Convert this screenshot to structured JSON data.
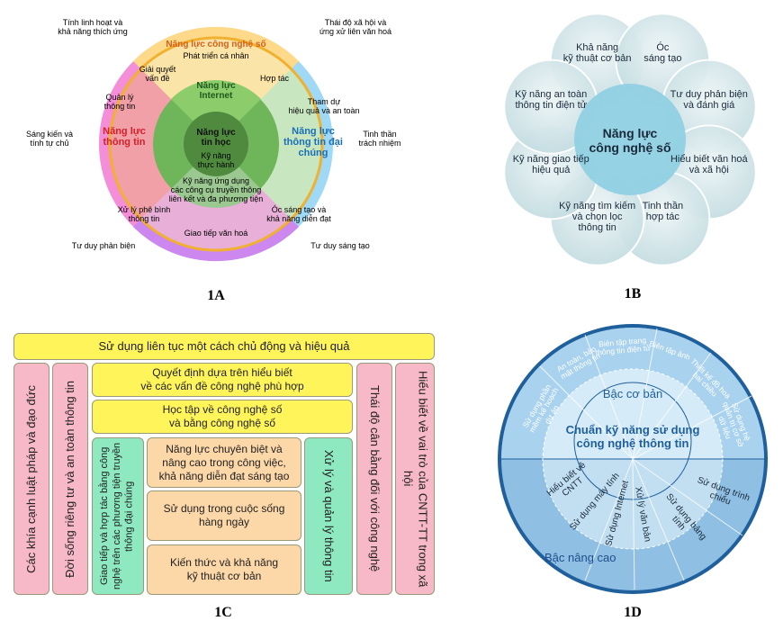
{
  "panel_a": {
    "label": "1A",
    "outer_left_top": "Tính linh hoạt và\nkhả năng thích ứng",
    "outer_right_top": "Thái độ xã hội và\nứng xử liên văn hoá",
    "outer_left_mid": "Sáng kiến và\ntính tự chủ",
    "outer_right_mid": "Tinh thần\ntrách nhiệm",
    "outer_left_bottom": "Tư duy phản biện",
    "outer_right_bottom": "Tư duy sáng tạo",
    "ring_title": "Năng lực công nghệ số",
    "ring_sub": "Phát triển cá nhân",
    "solve": "Giải quyết\nvấn đề",
    "coop": "Hợp tác",
    "manage": "Quản lý\nthông tin",
    "participate": "Tham dự\nhiệu quả và an toàn",
    "info_cap": "Năng lực\nthông tin",
    "media_cap": "Năng lực\nthông tin đại chúng",
    "internet_cap": "Năng lực\nInternet",
    "core": "Năng lực\ntin học",
    "practice": "Kỹ năng\nthực hành",
    "tools": "Kỹ năng ứng dụng\ncác công cụ truyền thông\nliên kết và đa phương tiện",
    "critical_proc": "Xử lý phê bình\nthông tin",
    "creative": "Óc sáng tạo và\nkhả năng diễn đạt",
    "culture": "Giao tiếp văn hoá"
  },
  "panel_b": {
    "label": "1B",
    "center": "Năng lực\ncông nghệ số",
    "petals": [
      "Khả năng\nkỹ thuật cơ bản",
      "Óc\nsáng tạo",
      "Tư duy phản biện\nvà đánh giá",
      "Hiểu biết văn hoá\nvà xã hội",
      "Tinh thần\nhợp tác",
      "Kỹ năng tìm kiếm\nvà chọn lọc\nthông tin",
      "Kỹ năng giao tiếp\nhiệu quả",
      "Kỹ năng an toàn\nthông tin điện tử"
    ]
  },
  "panel_c": {
    "label": "1C",
    "top": "Sử dụng liên tục một cách chủ động và hiệu quả",
    "left1": "Các khía cạnh luật pháp và đạo đức",
    "left2": "Đời sống riêng tư và an toàn thông tin",
    "decide": "Quyết định dựa trên hiểu biết\nvề các vấn đề công nghệ phù hợp",
    "learn": "Học tập về công nghệ số\nvà bằng công nghệ số",
    "comm": "Giao tiếp và hợp tác bằng công nghệ trên các phương tiện truyền thông đại chúng",
    "special": "Năng lực chuyên biệt và\nnâng cao trong công việc,\nkhả năng diễn đạt sáng tạo",
    "daily": "Sử dụng trong cuộc sống\nhàng ngày",
    "basic": "Kiến thức và khả năng\nkỹ thuật cơ bản",
    "process": "Xử lý và quản lý thông tin",
    "attitude": "Thái độ cân bằng đối với công nghệ",
    "role": "Hiểu biết về vai trò của CNTT-TT trong xã hội"
  },
  "panel_d": {
    "label": "1D",
    "center": "Chuẩn kỹ năng sử dụng\ncông nghệ thông tin",
    "basic_level": "Bậc cơ bản",
    "advanced_level": "Bậc nâng cao",
    "basic_items": [
      "Sử dụng phần mềm kế hoạch dự án",
      "An toàn, bảo mật thông tin",
      "Biên tập trang thông tin điện tử",
      "Biên tập ảnh",
      "Thiết kế đồ hoạ hai chiều",
      "Sử dụng hệ quản trị cơ sở dữ liệu"
    ],
    "adv_items": [
      "Hiểu biết về CNTT",
      "Sử dụng máy tính",
      "Sử dụng Internet",
      "Xử lý văn bản",
      "Sử dụng bảng tính",
      "Sử dụng trình chiếu"
    ]
  }
}
